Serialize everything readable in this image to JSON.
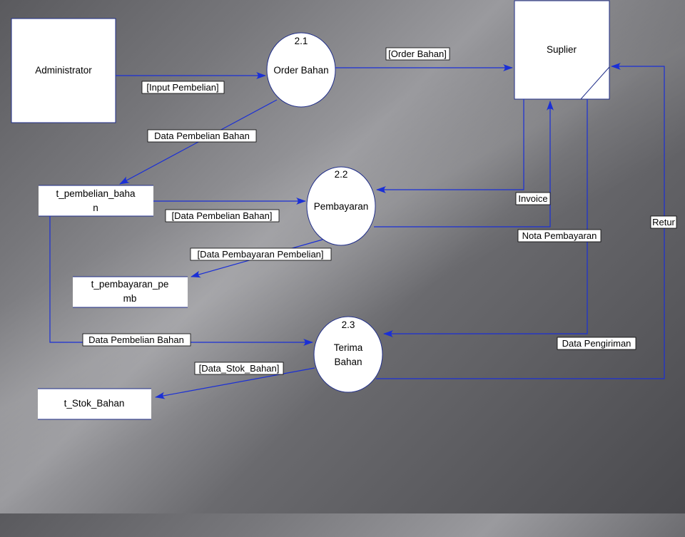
{
  "entities": {
    "administrator": "Administrator",
    "suplier": "Suplier"
  },
  "processes": {
    "p21": {
      "id": "2.1",
      "name1": "Order Bahan",
      "name2": ""
    },
    "p22": {
      "id": "2.2",
      "name1": "Pembayaran",
      "name2": ""
    },
    "p23": {
      "id": "2.3",
      "name1": "Terima",
      "name2": "Bahan"
    }
  },
  "stores": {
    "pembelian": {
      "line1": "t_pembelian_baha",
      "line2": "n"
    },
    "pembayaran": {
      "line1": "t_pembayaran_pe",
      "line2": "mb"
    },
    "stok": {
      "line1": "t_Stok_Bahan"
    }
  },
  "flows": {
    "input_pembelian": "[Input Pembelian]",
    "order_bahan": "[Order Bahan]",
    "data_pembelian_bahan_1": "Data Pembelian Bahan",
    "data_pembelian_bahan_2": "[Data Pembelian Bahan]",
    "data_pembayaran_pembelian": "[Data Pembayaran Pembelian]",
    "invoice": "Invoice",
    "nota_pembayaran": "Nota Pembayaran",
    "retur": "Retur",
    "data_pembelian_bahan_3": "Data Pembelian Bahan",
    "data_pengiriman": "Data Pengiriman",
    "data_stok_bahan": "[Data_Stok_Bahan]"
  },
  "colors": {
    "flow": "#1a2fd6",
    "outline": "#1f2d8a"
  }
}
